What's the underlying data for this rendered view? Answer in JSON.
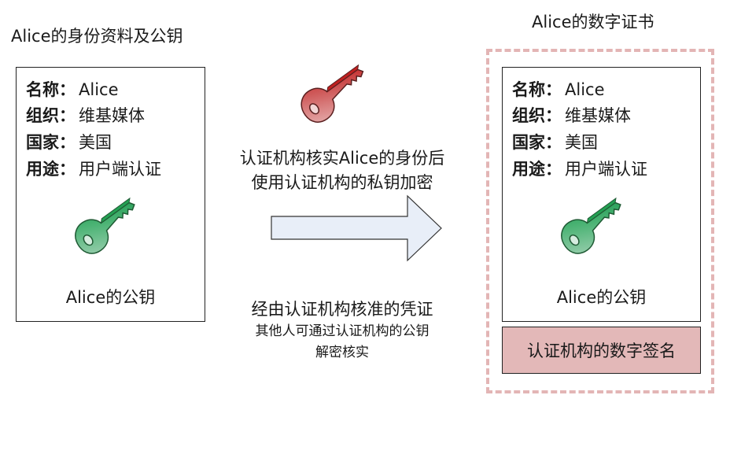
{
  "left": {
    "title": "Alice的身份资料及公钥",
    "fields": [
      {
        "label": "名称：",
        "value": "Alice"
      },
      {
        "label": "组织：",
        "value": "维基媒体"
      },
      {
        "label": "国家：",
        "value": "美国"
      },
      {
        "label": "用途：",
        "value": "用户端认证"
      }
    ],
    "key_caption": "Alice的公钥"
  },
  "middle": {
    "top_line1": "认证机构核实Alice的身份后",
    "top_line2": "使用认证机构的私钥加密",
    "bottom_line1": "经由认证机构核准的凭证",
    "bottom_line2": "其他人可通过认证机构的公钥",
    "bottom_line3": "解密核实"
  },
  "right": {
    "title": "Alice的数字证书",
    "fields": [
      {
        "label": "名称：",
        "value": "Alice"
      },
      {
        "label": "组织：",
        "value": "维基媒体"
      },
      {
        "label": "国家：",
        "value": "美国"
      },
      {
        "label": "用途：",
        "value": "用户端认证"
      }
    ],
    "key_caption": "Alice的公钥",
    "signature": "认证机构的数字签名"
  },
  "colors": {
    "public_key": "#3fa86a",
    "private_key": "#c8393b",
    "arrow_fill": "#e8eef8",
    "signature_fill": "#e3b8b8",
    "dashed_border": "#e3b5b5"
  },
  "icons": [
    "green-key-icon",
    "red-key-icon",
    "right-arrow-icon"
  ]
}
